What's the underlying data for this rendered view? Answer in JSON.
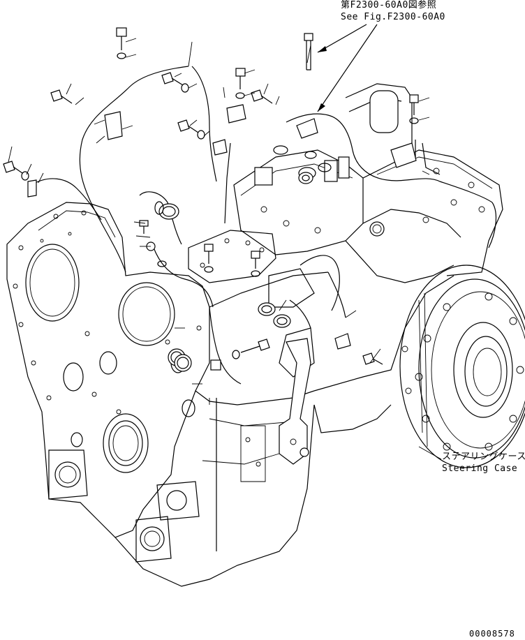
{
  "references": {
    "fig_ref_jp": "第F2300-60A0図参照",
    "fig_ref_en": "See Fig.F2300-60A0"
  },
  "parts": {
    "steering_case_jp": "ステアリングケース",
    "steering_case_en": "Steering Case"
  },
  "drawing_number": "00008578",
  "colors": {
    "ink": "#000000",
    "paper": "#ffffff"
  }
}
